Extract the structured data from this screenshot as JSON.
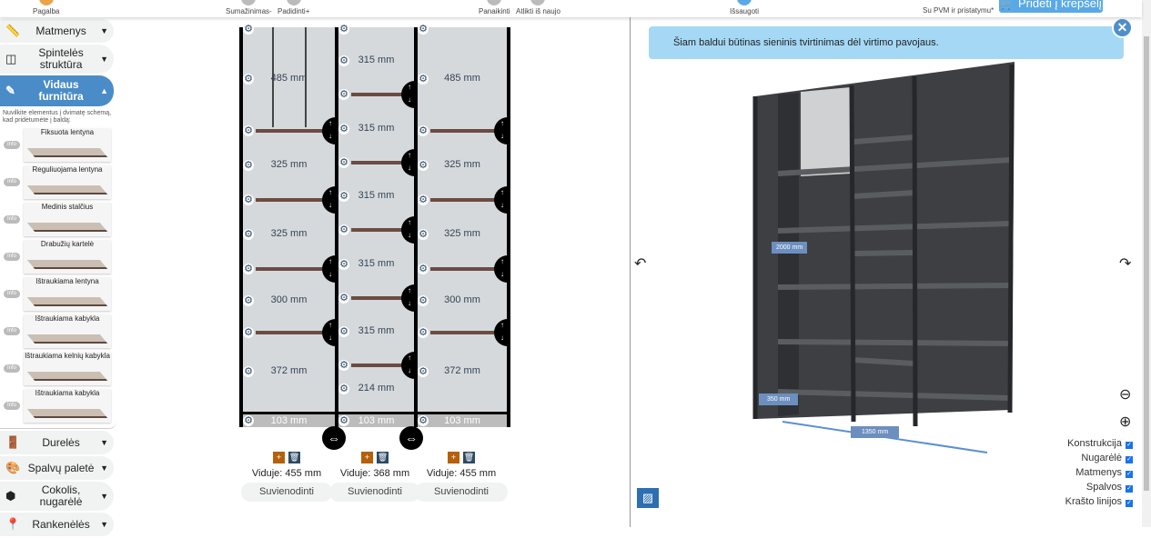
{
  "toolbar": {
    "help": "Pagalba",
    "zoom_out": "Sumažinimas-",
    "zoom_in": "Padidinti+",
    "delete": "Panaikinti",
    "redo": "Atlikti iš naujo",
    "save": "Išsaugoti",
    "price_note": "Su PVM ir pristatymu*",
    "add_to_cart": "Pridėti į krepšelį"
  },
  "sidebar": {
    "sections_top": [
      {
        "label": "Matmenys",
        "icon": "ruler-icon"
      },
      {
        "label": "Spintelės struktūra",
        "icon": "columns-icon"
      }
    ],
    "active": {
      "label": "Vidaus furnitūra",
      "icon": "edit-icon"
    },
    "hint": "Nuvilkite elementus į dvimatę schemą, kad pridėtumėte į baldą:",
    "info_label": "Info",
    "items": [
      "Fiksuota lentyna",
      "Reguliuojama lentyna",
      "Medinis stalčius",
      "Drabužių kartelė",
      "Ištraukiama lentyna",
      "Ištraukiama kabykla",
      "Ištraukiama kelnių kabykla",
      "Ištraukiama kabykla"
    ],
    "sections_bottom": [
      {
        "label": "Durelės",
        "icon": "door-icon"
      },
      {
        "label": "Spalvų paletė",
        "icon": "palette-icon"
      },
      {
        "label": "Cokolis, nugarėlė",
        "icon": "cube-icon"
      },
      {
        "label": "Rankenėlės",
        "icon": "pin-icon"
      }
    ]
  },
  "schematic": {
    "columns": [
      {
        "compartments": [
          "485 mm",
          "325 mm",
          "325 mm",
          "300 mm",
          "372 mm"
        ],
        "values": [
          485,
          325,
          325,
          300,
          372
        ],
        "plinth": "103 mm",
        "inside": "Viduje: 455 mm"
      },
      {
        "compartments": [
          "315 mm",
          "315 mm",
          "315 mm",
          "315 mm",
          "315 mm",
          "214 mm"
        ],
        "values": [
          315,
          315,
          315,
          315,
          315,
          214
        ],
        "plinth": "103 mm",
        "inside": "Viduje: 368 mm"
      },
      {
        "compartments": [
          "485 mm",
          "325 mm",
          "325 mm",
          "300 mm",
          "372 mm"
        ],
        "values": [
          485,
          325,
          325,
          300,
          372
        ],
        "plinth": "103 mm",
        "inside": "Viduje: 455 mm"
      }
    ],
    "unify_label": "Suvienodinti"
  },
  "viewer": {
    "alert": "Šiam baldui būtinas sieninis tvirtinimas dėl virtimo pavojaus.",
    "height": "2000 mm",
    "depth": "350 mm",
    "width": "1350 mm",
    "toggles": [
      {
        "label": "Konstrukcija",
        "checked": true
      },
      {
        "label": "Nugarėlė",
        "checked": true
      },
      {
        "label": "Matmenys",
        "checked": true
      },
      {
        "label": "Spalvos",
        "checked": true
      },
      {
        "label": "Krašto linijos",
        "checked": true
      }
    ]
  },
  "colors": {
    "accent": "#4a8cc7",
    "shelf": "#6b4c42",
    "add": "#b5600c",
    "trash": "#2d4a63"
  }
}
